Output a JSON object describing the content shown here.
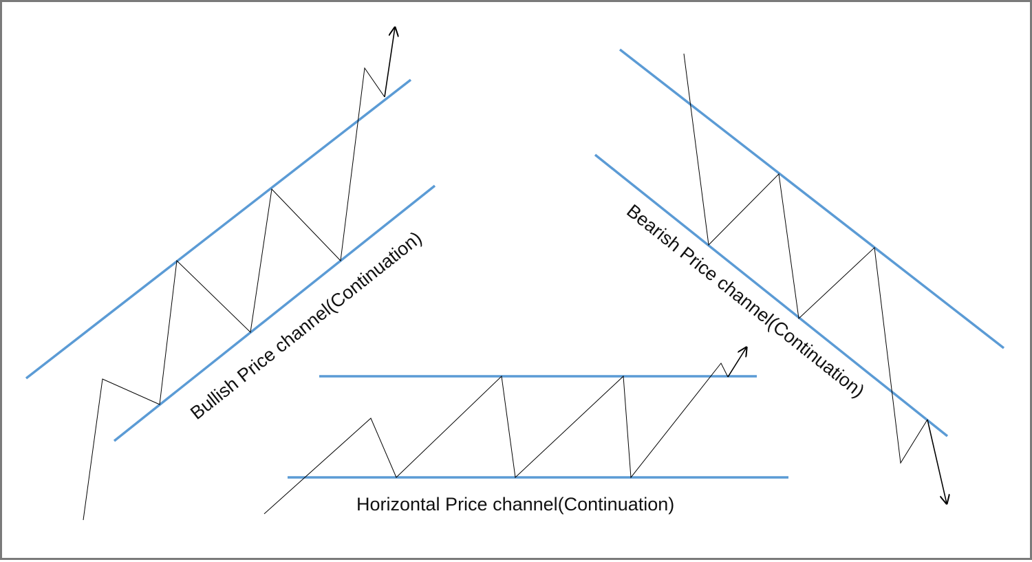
{
  "diagram": {
    "labels": {
      "bullish": "Bullish Price channel(Continuation)",
      "bearish": "Bearish Price channel(Continuation)",
      "horizontal": "Horizontal Price channel(Continuation)"
    },
    "colors": {
      "channel_line": "#5b9bd5",
      "price_path": "#000000",
      "border": "#7a7a7a",
      "background": "#ffffff"
    }
  }
}
